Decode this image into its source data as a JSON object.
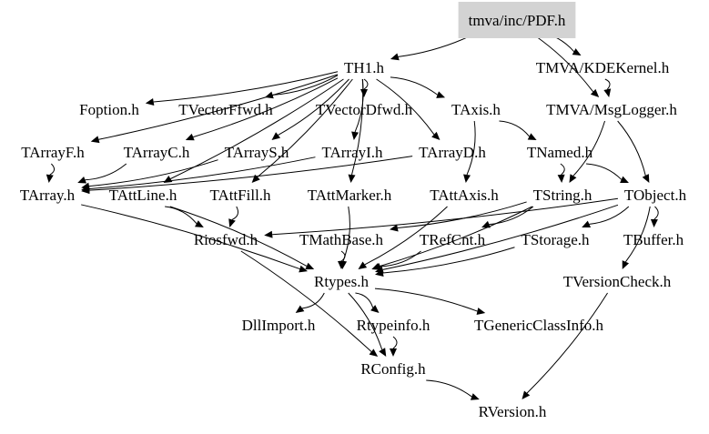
{
  "diagram": {
    "type": "include-dependency-graph",
    "root": "tmva/inc/PDF.h",
    "root_fill": "#d3d3d3",
    "nodes": [
      {
        "id": "pdf",
        "label": "tmva/inc/PDF.h"
      },
      {
        "id": "th1",
        "label": "TH1.h"
      },
      {
        "id": "kde",
        "label": "TMVA/KDEKernel.h"
      },
      {
        "id": "foption",
        "label": "Foption.h"
      },
      {
        "id": "tvecf",
        "label": "TVectorFfwd.h"
      },
      {
        "id": "tvecd",
        "label": "TVectorDfwd.h"
      },
      {
        "id": "taxis",
        "label": "TAxis.h"
      },
      {
        "id": "msglog",
        "label": "TMVA/MsgLogger.h"
      },
      {
        "id": "tarrf",
        "label": "TArrayF.h"
      },
      {
        "id": "tarrc",
        "label": "TArrayC.h"
      },
      {
        "id": "tarrs",
        "label": "TArrayS.h"
      },
      {
        "id": "tarri",
        "label": "TArrayI.h"
      },
      {
        "id": "tarrd",
        "label": "TArrayD.h"
      },
      {
        "id": "tnamed",
        "label": "TNamed.h"
      },
      {
        "id": "tarray",
        "label": "TArray.h"
      },
      {
        "id": "tattline",
        "label": "TAttLine.h"
      },
      {
        "id": "tattfill",
        "label": "TAttFill.h"
      },
      {
        "id": "tattmarker",
        "label": "TAttMarker.h"
      },
      {
        "id": "tattaxis",
        "label": "TAttAxis.h"
      },
      {
        "id": "tstring",
        "label": "TString.h"
      },
      {
        "id": "tobject",
        "label": "TObject.h"
      },
      {
        "id": "riosfwd",
        "label": "Riosfwd.h"
      },
      {
        "id": "tmathbase",
        "label": "TMathBase.h"
      },
      {
        "id": "trefcnt",
        "label": "TRefCnt.h"
      },
      {
        "id": "tstorage",
        "label": "TStorage.h"
      },
      {
        "id": "tbuffer",
        "label": "TBuffer.h"
      },
      {
        "id": "rtypes",
        "label": "Rtypes.h"
      },
      {
        "id": "tversioncheck",
        "label": "TVersionCheck.h"
      },
      {
        "id": "dllimport",
        "label": "DllImport.h"
      },
      {
        "id": "rtypeinfo",
        "label": "Rtypeinfo.h"
      },
      {
        "id": "tgeneric",
        "label": "TGenericClassInfo.h"
      },
      {
        "id": "rconfig",
        "label": "RConfig.h"
      },
      {
        "id": "rversion",
        "label": "RVersion.h"
      }
    ],
    "edges": [
      [
        "pdf",
        "th1"
      ],
      [
        "pdf",
        "kde"
      ],
      [
        "pdf",
        "msglog"
      ],
      [
        "th1",
        "foption"
      ],
      [
        "th1",
        "tvecf"
      ],
      [
        "th1",
        "tvecd"
      ],
      [
        "th1",
        "taxis"
      ],
      [
        "th1",
        "tarrf"
      ],
      [
        "th1",
        "tarrc"
      ],
      [
        "th1",
        "tarrs"
      ],
      [
        "th1",
        "tarri"
      ],
      [
        "th1",
        "tarrd"
      ],
      [
        "th1",
        "tattline"
      ],
      [
        "th1",
        "tattfill"
      ],
      [
        "th1",
        "tattmarker"
      ],
      [
        "kde",
        "msglog"
      ],
      [
        "msglog",
        "tobject"
      ],
      [
        "msglog",
        "tstring"
      ],
      [
        "taxis",
        "tattaxis"
      ],
      [
        "taxis",
        "tnamed"
      ],
      [
        "tarrf",
        "tarray"
      ],
      [
        "tarrc",
        "tarray"
      ],
      [
        "tarrs",
        "tarray"
      ],
      [
        "tarri",
        "tarray"
      ],
      [
        "tarrd",
        "tarray"
      ],
      [
        "tnamed",
        "tstring"
      ],
      [
        "tnamed",
        "tobject"
      ],
      [
        "tarray",
        "rtypes"
      ],
      [
        "tattline",
        "riosfwd"
      ],
      [
        "tattline",
        "rtypes"
      ],
      [
        "tattfill",
        "riosfwd"
      ],
      [
        "tattmarker",
        "rtypes"
      ],
      [
        "tattaxis",
        "rtypes"
      ],
      [
        "tstring",
        "tmathbase"
      ],
      [
        "tstring",
        "trefcnt"
      ],
      [
        "tstring",
        "rtypes"
      ],
      [
        "tobject",
        "tstorage"
      ],
      [
        "tobject",
        "tbuffer"
      ],
      [
        "tobject",
        "tversioncheck"
      ],
      [
        "tobject",
        "rtypes"
      ],
      [
        "tobject",
        "riosfwd"
      ],
      [
        "tmathbase",
        "rtypes"
      ],
      [
        "trefcnt",
        "rtypes"
      ],
      [
        "tstorage",
        "rtypes"
      ],
      [
        "rtypes",
        "dllimport"
      ],
      [
        "rtypes",
        "rtypeinfo"
      ],
      [
        "rtypes",
        "tgeneric"
      ],
      [
        "rtypes",
        "rconfig"
      ],
      [
        "rtypeinfo",
        "rconfig"
      ],
      [
        "riosfwd",
        "rconfig"
      ],
      [
        "rconfig",
        "rversion"
      ],
      [
        "tversioncheck",
        "rversion"
      ]
    ]
  }
}
